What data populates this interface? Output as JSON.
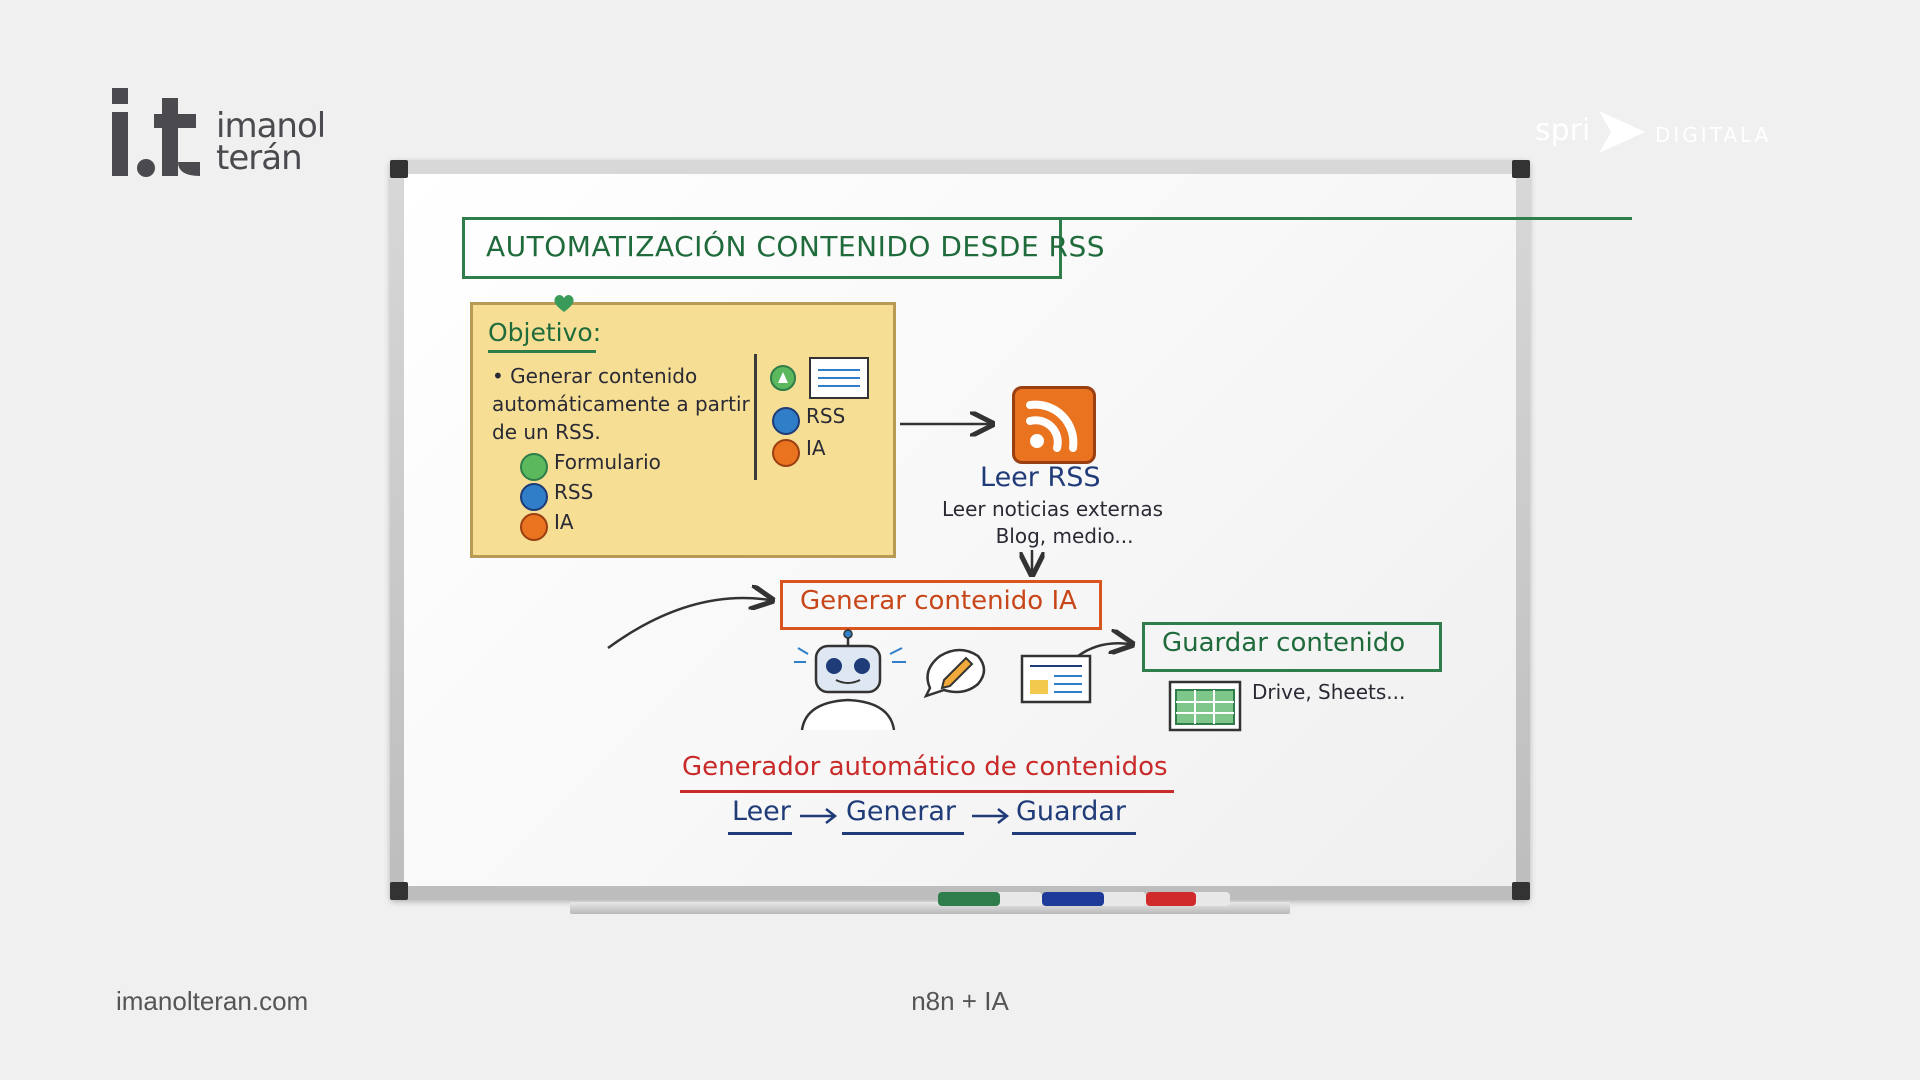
{
  "logo": {
    "name_line1": "imanol",
    "name_line2": "terán"
  },
  "sponsor": {
    "left": "spri",
    "right": "DIGITALA"
  },
  "footer": {
    "website": "imanolteran.com",
    "topic": "n8n + IA"
  },
  "whiteboard": {
    "title": "AUTOMATIZACIÓN CONTENIDO DESDE RSS",
    "objective": {
      "heading": "Objetivo:",
      "bullet": "Generar contenido automáticamente a partir de un RSS.",
      "items": [
        "Formulario",
        "RSS",
        "IA"
      ],
      "side_items": [
        "RSS",
        "IA"
      ]
    },
    "read": {
      "title": "Leer RSS",
      "line1": "Leer noticias externas",
      "line2": "Blog, medio..."
    },
    "generate": {
      "label": "Generar contenido IA"
    },
    "save": {
      "label": "Guardar contenido",
      "note": "Drive, Sheets..."
    },
    "summary": {
      "title": "Generador automático de contenidos",
      "steps": [
        "Leer",
        "Generar",
        "Guardar"
      ]
    }
  },
  "colors": {
    "green": "#2e7d4a",
    "orange": "#d9541e",
    "blue": "#1f3b78",
    "red": "#c92a2a",
    "sticky": "#f6de94",
    "rss": "#e9731f"
  }
}
